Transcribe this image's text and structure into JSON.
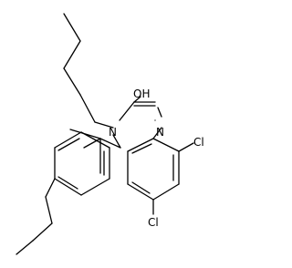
{
  "molecule": {
    "atoms": {
      "oh": "OH",
      "n_amide": "N",
      "n_imine": "N",
      "cl_ortho": "Cl",
      "cl_para": "Cl"
    }
  }
}
